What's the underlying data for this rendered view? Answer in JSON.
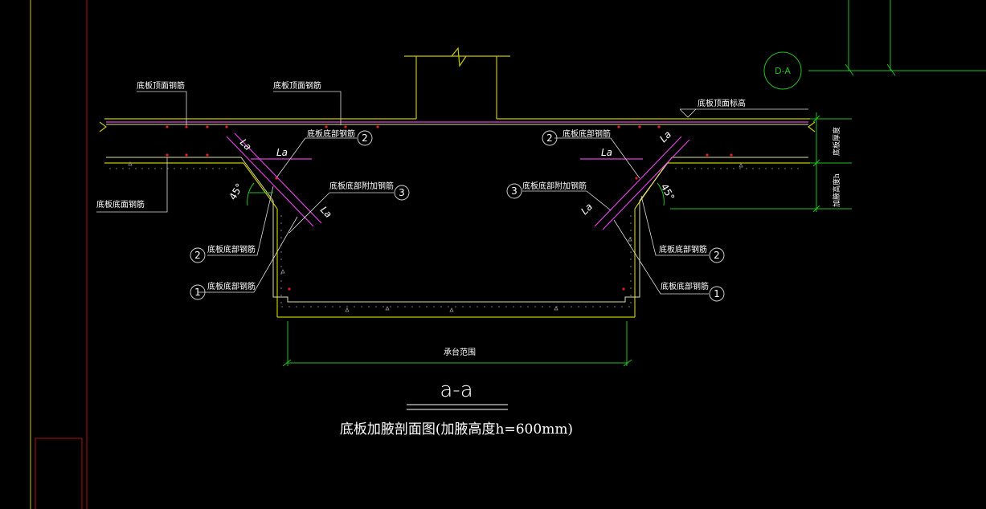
{
  "drawing": {
    "labels": {
      "top_face_bar_1": "底板顶面钢筋",
      "top_face_bar_2": "底板顶面钢筋",
      "slab_top_elevation": "底板顶面标高",
      "bottom_face_bar_left": "底板底面钢筋",
      "bottom_bar_2_left": "底板底部钢筋",
      "bottom_bar_2_right": "底板底部钢筋",
      "extra_bar_3_left": "底板底部附加钢筋",
      "extra_bar_3_right": "底板底部附加钢筋",
      "bottom_bar_2_left_low": "底板底部钢筋",
      "bottom_bar_1_left_low": "底板底部钢筋",
      "bottom_bar_2_right_low": "底板底部钢筋",
      "bottom_bar_1_right_low": "底板底部钢筋",
      "slab_thickness": "底板厚度",
      "haunch_height": "加腋高度h",
      "cap_range": "承台范围",
      "la": "La",
      "angle": "45°",
      "circle_1": "1",
      "circle_2": "2",
      "circle_3": "3"
    },
    "axis_bubble": "D-A",
    "section_mark": "a-a",
    "title": "底板加腋剖面图(加腋高度h=600mm)"
  }
}
